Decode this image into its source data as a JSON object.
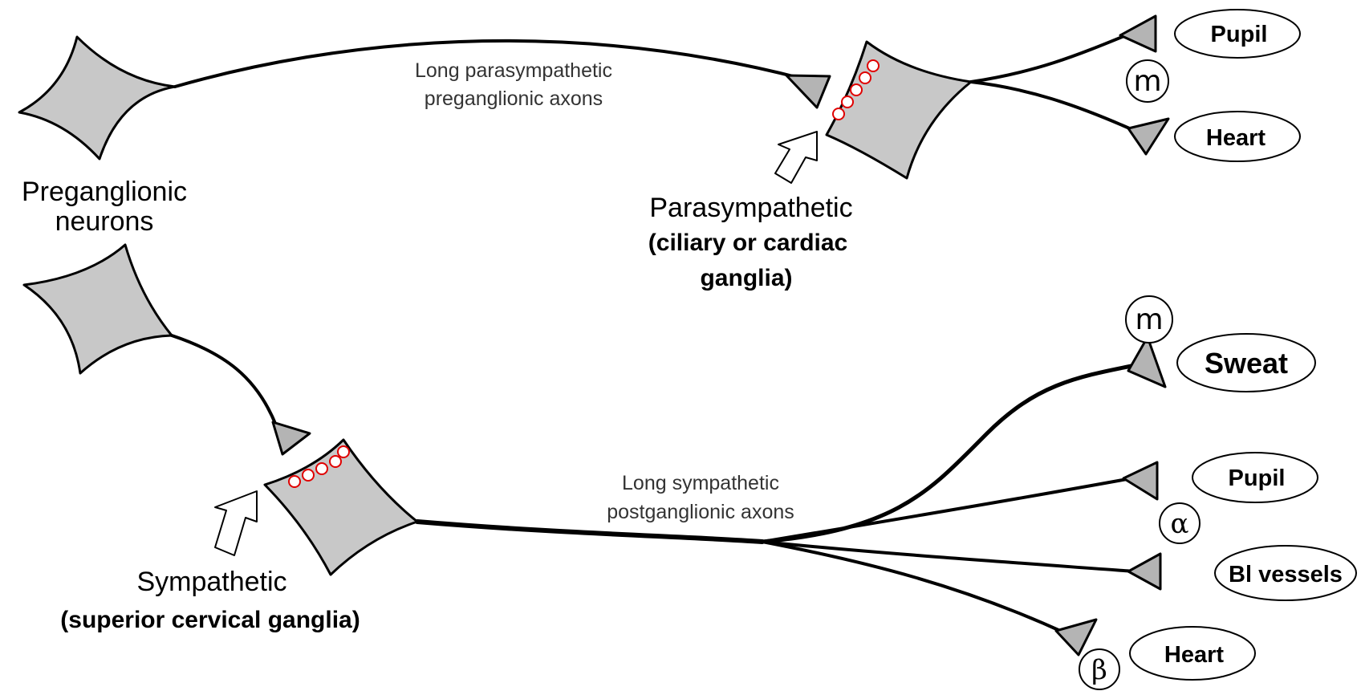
{
  "labels": {
    "preganglionic_line1": "Preganglionic",
    "preganglionic_line2": "neurons",
    "parasympathetic_title": "Parasympathetic",
    "parasympathetic_sub1": "(ciliary or cardiac",
    "parasympathetic_sub2": "ganglia)",
    "sympathetic_title": "Sympathetic",
    "sympathetic_sub": "(superior cervical ganglia)",
    "para_axon_line1": "Long parasympathetic",
    "para_axon_line2": "preganglionic axons",
    "symp_axon_line1": "Long sympathetic",
    "symp_axon_line2": "postganglionic axons"
  },
  "parasympathetic_targets": {
    "pupil": "Pupil",
    "heart": "Heart",
    "receptor": "m"
  },
  "sympathetic_targets": {
    "sweat": "Sweat",
    "sweat_receptor": "m",
    "pupil": "Pupil",
    "pupil_receptor": "α",
    "vessels": "Bl vessels",
    "heart": "Heart",
    "heart_receptor": "β"
  },
  "colors": {
    "cell_fill": "#c8c8c8",
    "terminal_fill": "#b4b4b4",
    "synapse_stroke": "#e00000",
    "line": "#000000"
  }
}
